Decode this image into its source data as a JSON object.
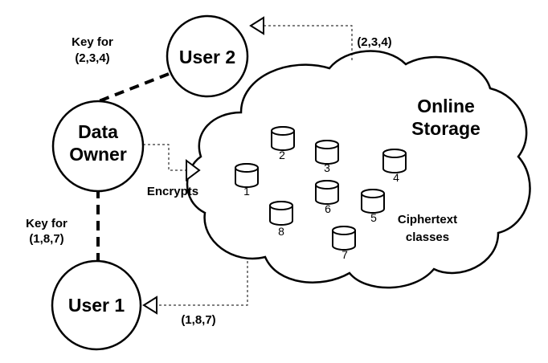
{
  "nodes": {
    "user2": "User 2",
    "data_owner_line1": "Data",
    "data_owner_line2": "Owner",
    "user1": "User 1"
  },
  "storage": {
    "title_line1": "Online",
    "title_line2": "Storage",
    "classes_line1": "Ciphertext",
    "classes_line2": "classes"
  },
  "edges": {
    "key_user2_line1": "Key for",
    "key_user2_line2": "(2,3,4)",
    "key_user1_line1": "Key for",
    "key_user1_line2": "(1,8,7)",
    "encrypts": "Encrypts",
    "to_user2": "(2,3,4)",
    "to_user1": "(1,8,7)"
  },
  "ciphertexts": [
    "1",
    "2",
    "3",
    "4",
    "5",
    "6",
    "7",
    "8"
  ]
}
